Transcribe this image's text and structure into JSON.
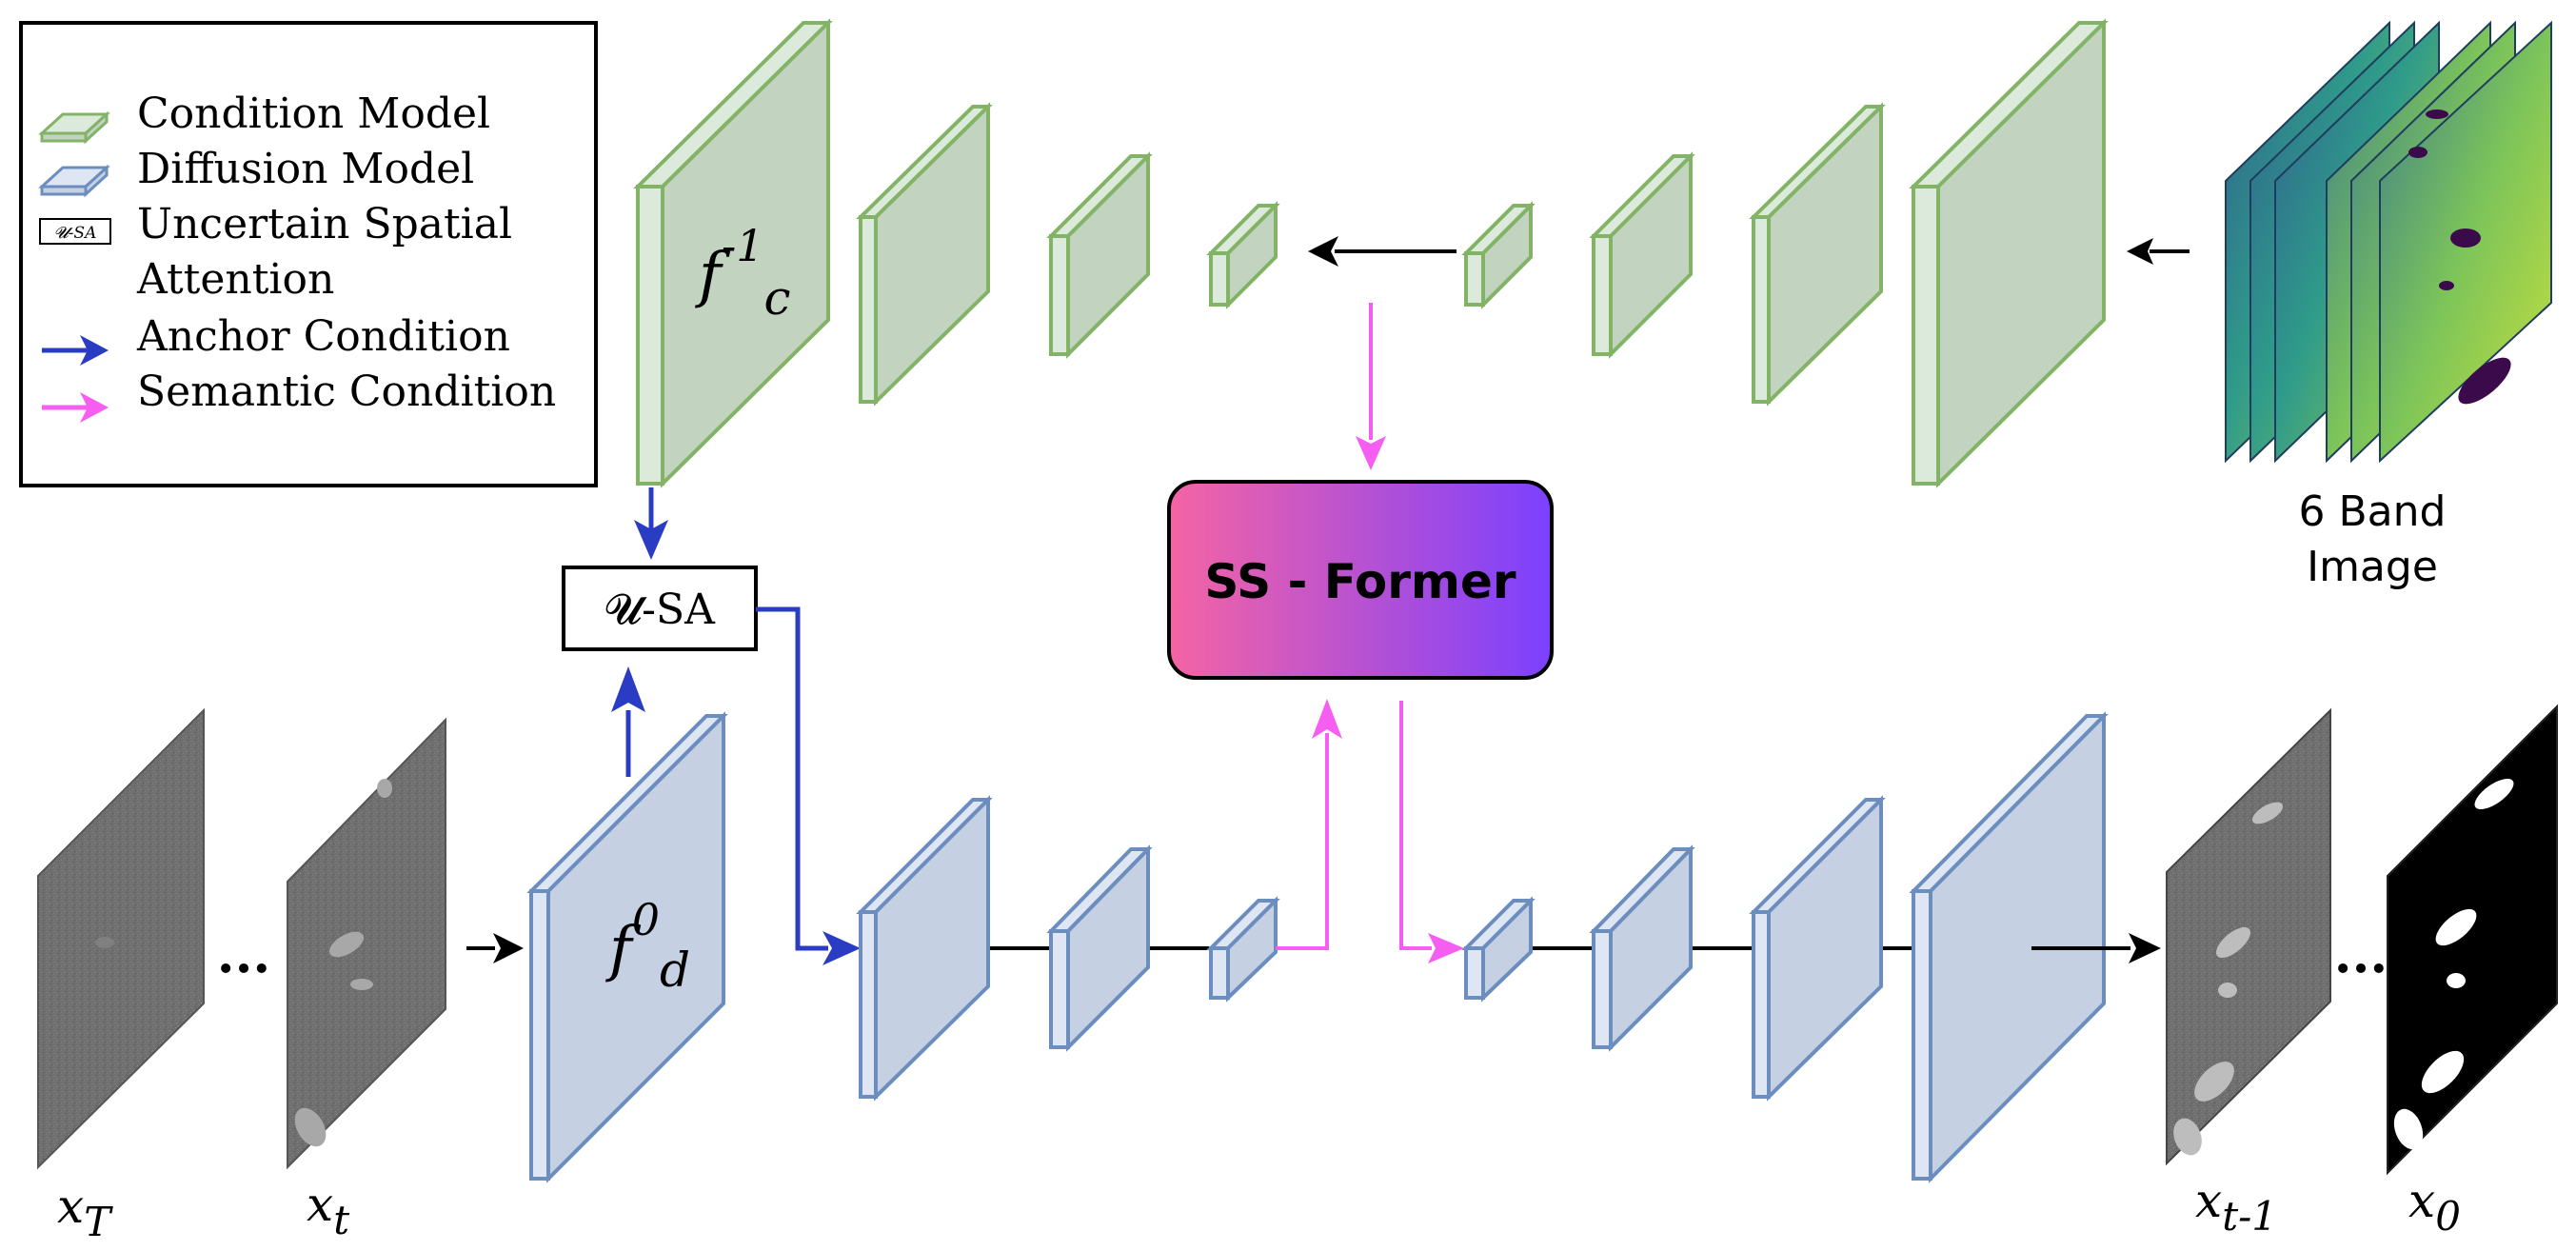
{
  "legend": {
    "items": [
      {
        "label": "Condition Model",
        "icon": "green-block-icon"
      },
      {
        "label": "Diffusion Model",
        "icon": "blue-block-icon"
      },
      {
        "label": "Uncertain Spatial",
        "icon": "usa-box-icon"
      },
      {
        "label": "Attention"
      },
      {
        "label": "Anchor Condition",
        "icon": "blue-arrow-icon"
      },
      {
        "label": "Semantic Condition",
        "icon": "pink-arrow-icon"
      }
    ],
    "usa_mini": "𝓤-SA"
  },
  "labels": {
    "fc_base": "f",
    "fc_sup": "-1",
    "fc_sub": "c",
    "fd_base": "f",
    "fd_sup": "0",
    "fd_sub": "d",
    "usa_box": "𝓤-SA",
    "ssformer": "SS - Former",
    "band_line1": "6 Band",
    "band_line2": "Image",
    "dots": "···",
    "xT_base": "x",
    "xT_sub": "T",
    "xt_base": "x",
    "xt_sub": "t",
    "xtm1_base": "x",
    "xtm1_sub": "t-1",
    "x0_base": "x",
    "x0_sub": "0"
  },
  "colors": {
    "green_fill": "#c2d3c0",
    "green_front": "#dceadb",
    "green_stroke": "#82b366",
    "blue_fill": "#c5d0e3",
    "blue_front": "#dde6f2",
    "blue_stroke": "#6c8ebf",
    "anchor_arrow": "#2b3cc4",
    "semantic_arrow": "#f55ef0",
    "ss_grad_start": "#f564a4",
    "ss_grad_end": "#7b40ff"
  }
}
